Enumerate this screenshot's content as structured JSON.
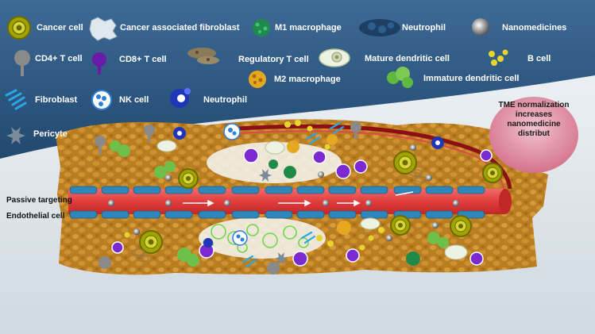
{
  "legend": {
    "cancer_cell": "Cancer cell",
    "caf": "Cancer associated fibroblast",
    "m1": "M1 macrophage",
    "neutrophil_top": "Neutrophil",
    "nanomedicines": "Nanomedicines",
    "cd4": "CD4+ T cell",
    "cd8": "CD8+ T cell",
    "treg": "Regulatory T cell",
    "mature_dc": "Mature dendritic cell",
    "b_cell": "B cell",
    "m2": "M2 macrophage",
    "immature_dc": "Immature dendritic cell",
    "fibroblast": "Fibroblast",
    "nk": "NK cell",
    "neutrophil": "Neutrophil",
    "pericyte": "Pericyte"
  },
  "annotations": {
    "passive_targeting": "Passive targeting",
    "endothelial_cell": "Endothelial cell",
    "tme_text": "TME normalization increases nanomedicine distribut"
  },
  "colors": {
    "banner": "#2f5a86",
    "vessel": "#e04848",
    "tumor": "#c48a2a",
    "endothelium": "#2e7fb0",
    "tme_bubble": "#d98a9c"
  }
}
